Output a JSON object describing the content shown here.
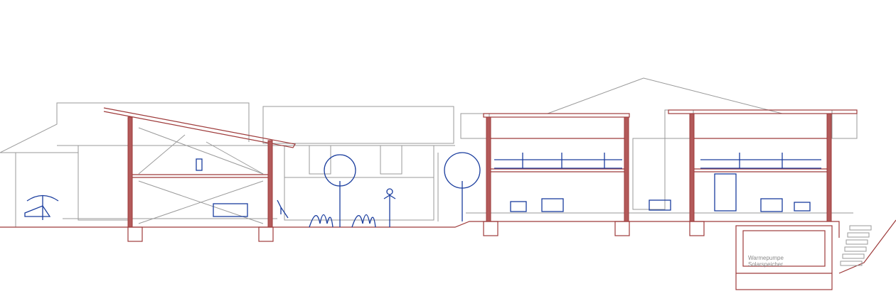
{
  "drawing": {
    "title": "Building section",
    "labels": {
      "heat_pump": "Warmepumpe",
      "solar_storage": "Solarspeicher"
    },
    "colors": {
      "section_cut": "#9e3b3b",
      "elevation": "#9a9a9a",
      "furniture": "#1a3d9e"
    }
  }
}
